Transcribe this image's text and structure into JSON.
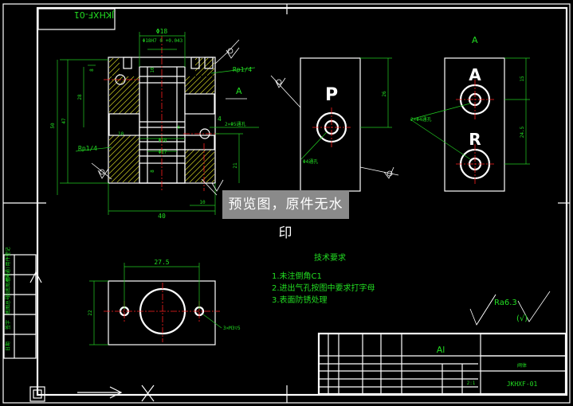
{
  "drawing": {
    "code_rotated": "JKHXF-01",
    "view_label_top": "A",
    "view_label_section": "A",
    "dims": {
      "d18_top": "Φ18",
      "bore_tol": "Φ18H7 0 +0.043",
      "d10": "10",
      "d8": "8",
      "d28": "28",
      "d47": "47",
      "d50": "50",
      "d4": "4",
      "d10b": "10",
      "d18b": "Φ18",
      "d17": "Φ17",
      "d8b": "8",
      "d21": "21",
      "d10c": "10",
      "d40": "40",
      "rp_top": "Rp1/4",
      "rp_left": "Rp1/4",
      "holes_2x": "2×Φ5通孔",
      "d26": "26",
      "p_hole": "Φ4通孔",
      "d15": "15",
      "d24_5": "24.5",
      "holes_2x_right": "2×Φ4通孔",
      "d27_5": "27.5",
      "d22": "22",
      "thread_3x": "3×M3▽5"
    },
    "port_letters": {
      "p": "P",
      "a": "A",
      "r": "R"
    },
    "tech_requirements": {
      "title": "技术要求",
      "items": [
        "1.未注倒角C1",
        "2.进出气孔按图中要求打字母",
        "3.表面防锈处理"
      ]
    },
    "roughness": {
      "value": "Ra6.3",
      "paren": "(√)"
    },
    "title_block": {
      "material": "Al",
      "code": "JKHXF-01",
      "name": "阀体",
      "scale_cell": "2:1"
    },
    "left_margin_labels": [
      "借(通)用件登记",
      "旧底图总号",
      "底图总号",
      "签字",
      "日期"
    ]
  },
  "watermark": "预览图，原件无水印"
}
